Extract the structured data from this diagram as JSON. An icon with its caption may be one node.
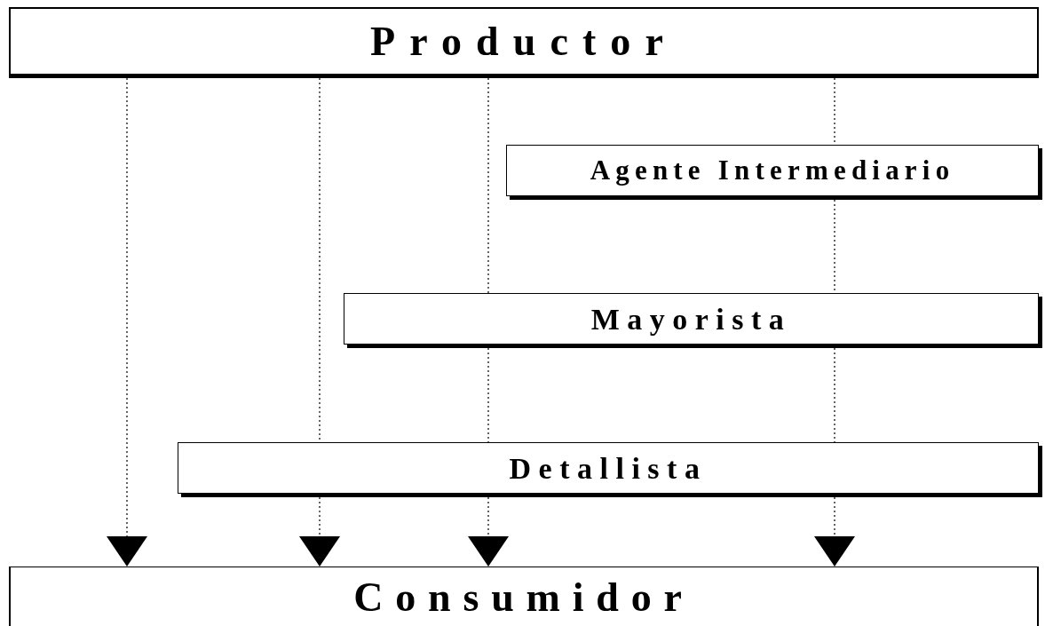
{
  "diagram": {
    "nodes": [
      {
        "text": [
          "Productor"
        ]
      },
      {
        "text": [
          "Agente Intermediario"
        ]
      },
      {
        "text": [
          "Mayorista"
        ]
      },
      {
        "text": [
          "Detallista"
        ]
      },
      {
        "text": [
          "Consumidor"
        ]
      }
    ],
    "edges": [
      {
        "from": 0,
        "to": 4,
        "arrow": "to",
        "style": "dashed"
      },
      {
        "from": 0,
        "to": 3,
        "arrow": "none",
        "style": "dashed"
      },
      {
        "from": 3,
        "to": 4,
        "arrow": "to",
        "style": "dashed"
      },
      {
        "from": 0,
        "to": 2,
        "arrow": "none",
        "style": "dashed"
      },
      {
        "from": 2,
        "to": 3,
        "arrow": "none",
        "style": "dashed"
      },
      {
        "from": 3,
        "to": 4,
        "arrow": "to",
        "style": "dashed"
      },
      {
        "from": 0,
        "to": 1,
        "arrow": "none",
        "style": "dashed"
      },
      {
        "from": 1,
        "to": 2,
        "arrow": "none",
        "style": "dashed"
      },
      {
        "from": 2,
        "to": 3,
        "arrow": "none",
        "style": "dashed"
      },
      {
        "from": 3,
        "to": 4,
        "arrow": "to",
        "style": "dashed"
      }
    ]
  }
}
